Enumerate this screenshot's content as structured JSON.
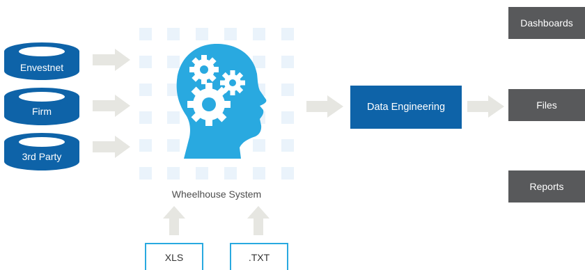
{
  "sources": [
    "Envestnet",
    "Firm",
    "3rd Party"
  ],
  "system": {
    "label": "Wheelhouse System"
  },
  "engineering": {
    "label": "Data Engineering"
  },
  "outputs": [
    "Dashboards",
    "Files",
    "Reports"
  ],
  "inputs": [
    "XLS",
    ".TXT"
  ],
  "colors": {
    "dark_blue": "#0e63a8",
    "light_blue": "#29a9e0",
    "grid": "#eaf3fb",
    "arrow": "#e6e6e1",
    "output_gray": "#58595b"
  }
}
